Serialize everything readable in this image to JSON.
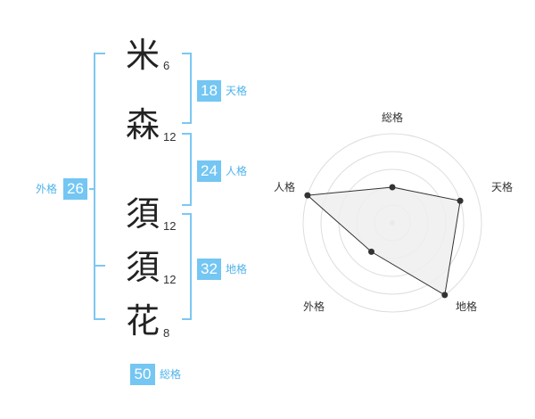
{
  "name": {
    "characters": [
      {
        "char": "米",
        "strokes": "6"
      },
      {
        "char": "森",
        "strokes": "12"
      },
      {
        "char": "須",
        "strokes": "12"
      },
      {
        "char": "須",
        "strokes": "12"
      },
      {
        "char": "花",
        "strokes": "8"
      }
    ]
  },
  "fortune": {
    "tenkaku": {
      "value": "18",
      "label": "天格"
    },
    "jinkaku": {
      "value": "24",
      "label": "人格"
    },
    "chikaku": {
      "value": "32",
      "label": "地格"
    },
    "gaikaku": {
      "value": "26",
      "label": "外格"
    },
    "soukaku": {
      "value": "50",
      "label": "総格"
    }
  },
  "chart_data": {
    "type": "radar",
    "axes": [
      "総格",
      "天格",
      "地格",
      "外格",
      "人格"
    ],
    "values": [
      2,
      4,
      5,
      2,
      5
    ],
    "max": 5,
    "grid": true,
    "colors": {
      "fill": "#efefef",
      "line": "#333333",
      "grid": "#dddddd",
      "bracket": "#7cc7f2"
    }
  }
}
